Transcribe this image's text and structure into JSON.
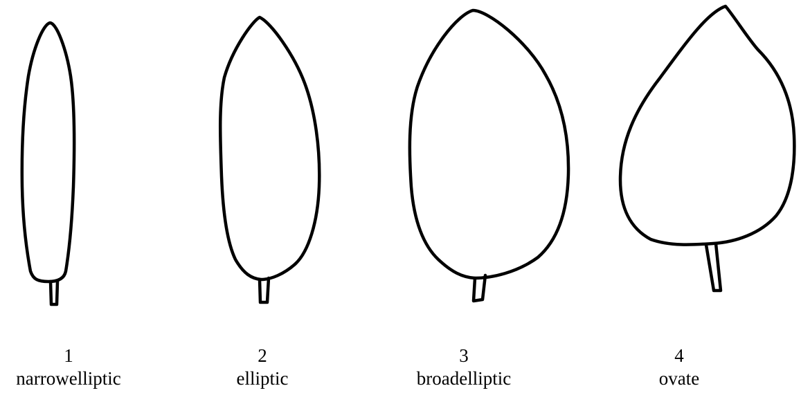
{
  "leaves": [
    {
      "number": "1",
      "name": "narrowelliptic"
    },
    {
      "number": "2",
      "name": "elliptic"
    },
    {
      "number": "3",
      "name": "broadelliptic"
    },
    {
      "number": "4",
      "name": "ovate"
    }
  ]
}
